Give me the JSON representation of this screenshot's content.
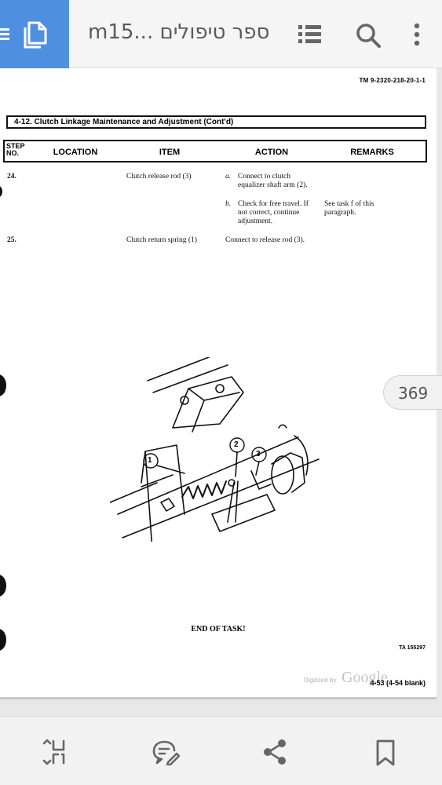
{
  "app_bar": {
    "title": "m15... ספר טיפולים",
    "icons": [
      "menu-icon",
      "document-icon",
      "toc-icon",
      "search-icon",
      "more-vert-icon"
    ],
    "accent_color": "#4f8fe0"
  },
  "page": {
    "tm_number": "TM 9-2320-218-20-1-1",
    "section_title": "4-12. Clutch Linkage Maintenance and Adjustment (Cont'd)",
    "table_header": {
      "step": "STEP NO.",
      "location": "LOCATION",
      "item": "ITEM",
      "action": "ACTION",
      "remarks": "REMARKS"
    },
    "rows": [
      {
        "step": "24.",
        "item": "Clutch release rod (3)",
        "actions": [
          {
            "letter": "a.",
            "text": "Connect to clutch equalizer shaft arm (2)."
          },
          {
            "letter": "b.",
            "text": "Check for free travel. If not correct, continue adjustment."
          }
        ],
        "remarks": "See task f of this paragraph."
      },
      {
        "step": "25.",
        "item": "Clutch return spring (1)",
        "action": "Connect to release rod (3)."
      }
    ],
    "callouts": [
      "1",
      "2",
      "3"
    ],
    "end_of_task": "END OF TASK!",
    "ta_number": "TA 155297",
    "digitized_by": "Digitized by",
    "google": "Google",
    "page_footer": "4-53 (4-54 blank)"
  },
  "page_badge": "369",
  "bottom_bar": {
    "icons": [
      "text-mode-icon",
      "comment-icon",
      "share-icon",
      "bookmark-icon"
    ]
  }
}
